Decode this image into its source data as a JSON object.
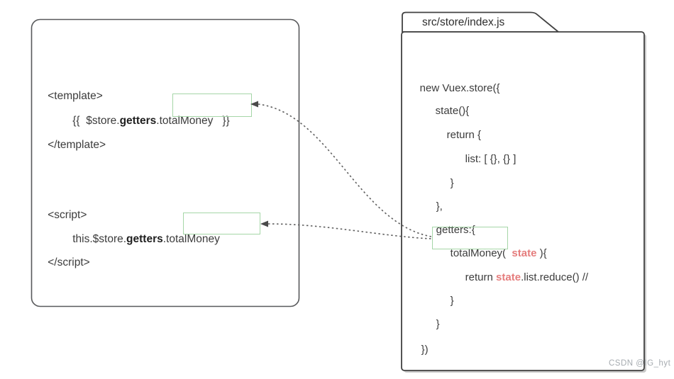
{
  "left_panel": {
    "template_open": "<template>",
    "interpolation": {
      "prefix": "{{  $store.",
      "getters": "getters",
      "property": ".totalMoney",
      "close": "   }}"
    },
    "template_close": "</template>",
    "script_open": "<script>",
    "script_expr": {
      "prefix": "this.$store.",
      "getters": "getters",
      "property": ".totalMoney"
    },
    "script_close": "</script>"
  },
  "right_panel": {
    "tab_label": "src/store/index.js",
    "code": {
      "l1": "new Vuex.store({",
      "l2": "state(){",
      "l3": "return {",
      "l4": "list: [ {}, {} ]",
      "l5": "}",
      "l6": "},",
      "l7": "getters:{",
      "l8": {
        "name": "totalMoney",
        "open": "(  ",
        "arg": "state",
        "close": " ){"
      },
      "l9": {
        "kw": "return ",
        "arg": "state",
        "rest": ".list.reduce() //"
      },
      "l10": "}",
      "l11": "}",
      "l12": "})"
    }
  },
  "watermark": "CSDN @IG_hyt",
  "colors": {
    "highlight_border": "#a5d6a7",
    "state_red": "#e57d7d",
    "arrow": "#5f5f5f",
    "left_box_border": "#58595b",
    "folder_border": "#414141"
  }
}
